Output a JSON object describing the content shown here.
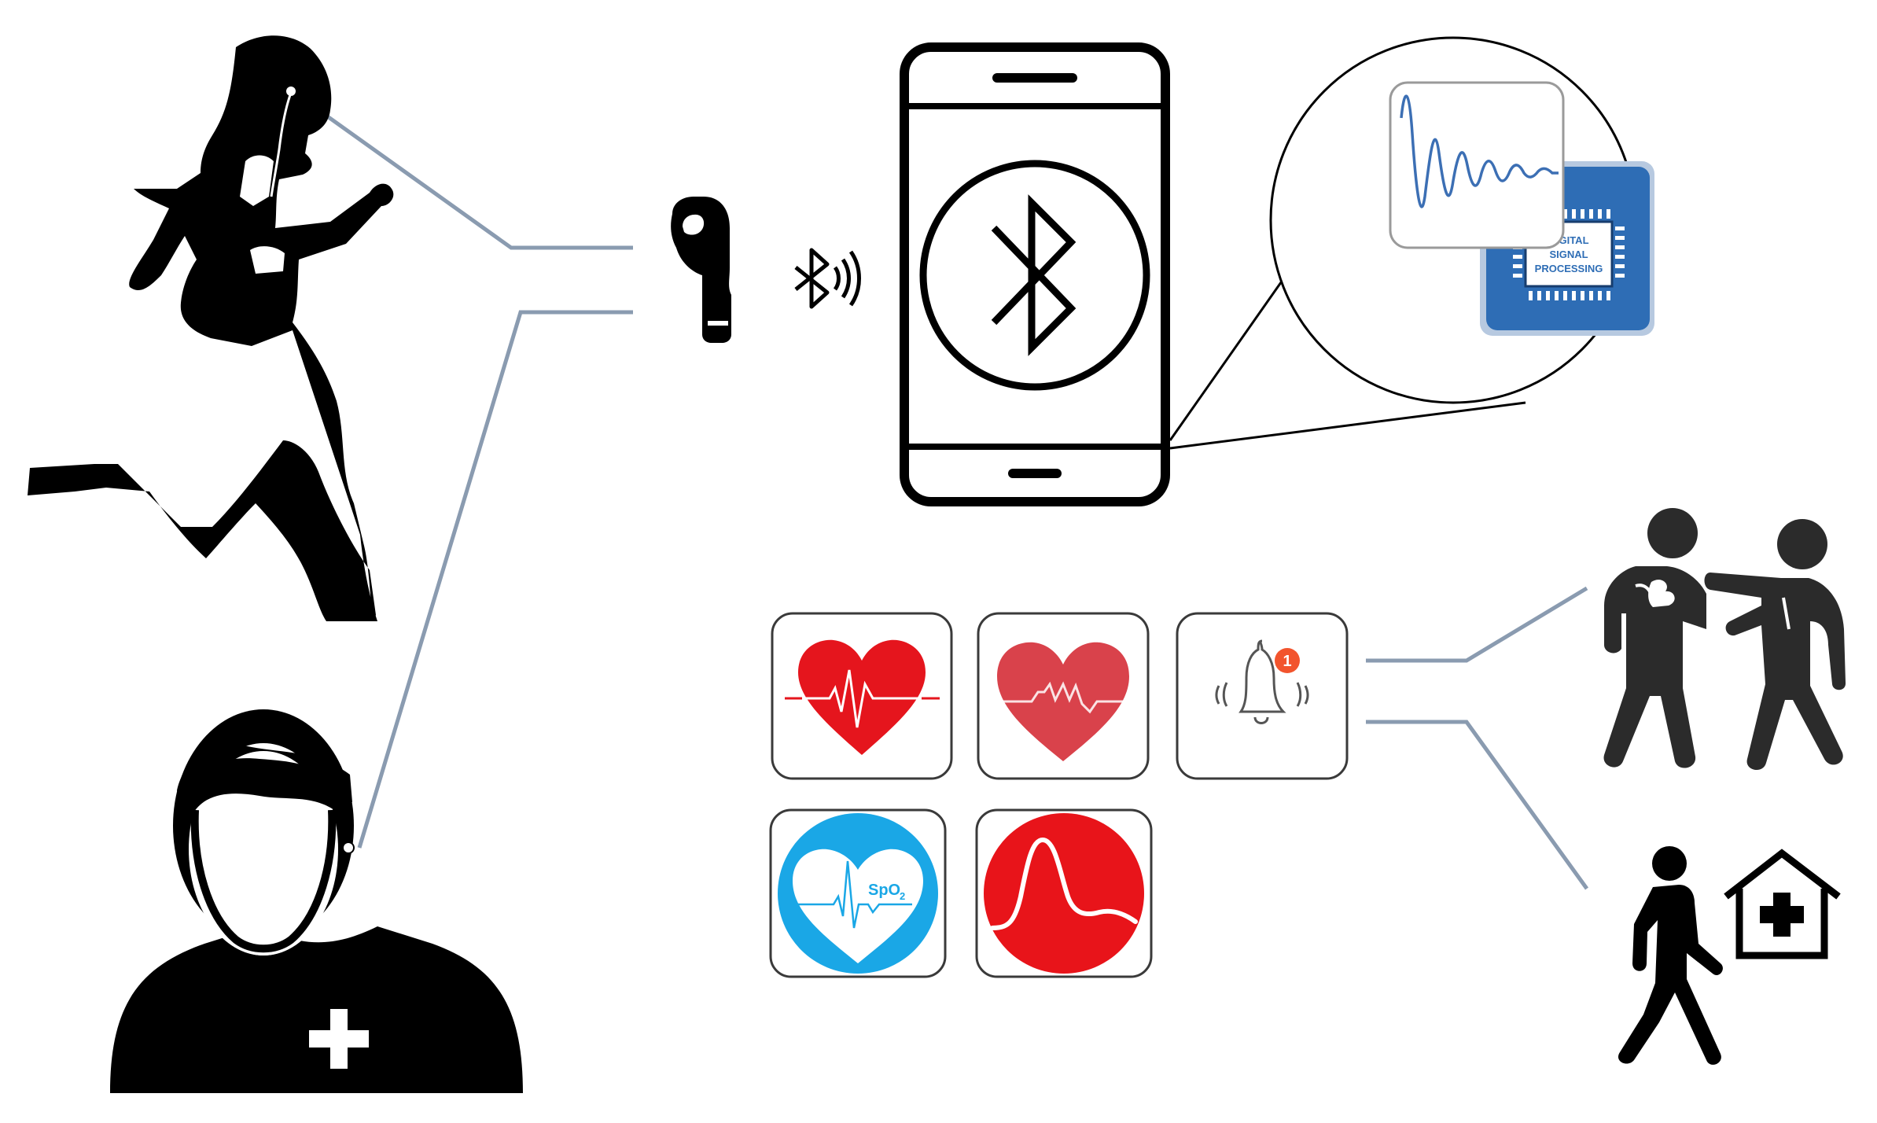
{
  "colors": {
    "connector": "#8a9bb0",
    "black": "#000000",
    "icon_dark": "#2b2b2b",
    "heart_red": "#e5151d",
    "heart_red_soft": "#d9424b",
    "spo2_blue": "#1aa7e6",
    "ppg_red": "#e8141a",
    "chip_blue": "#2e6db5",
    "badge_orange": "#f2542d",
    "waveform_blue": "#3c6fb4"
  },
  "dsp_chip": {
    "lines": [
      "DIGITAL",
      "SIGNAL",
      "PROCESSING"
    ]
  },
  "spo2_label": "SpO",
  "spo2_sub": "2",
  "notification_badge": "1",
  "icons": {
    "runner": "runner-with-earbud-icon",
    "doctor": "doctor-icon",
    "earbud": "earbud-icon",
    "bluetooth_wave": "bluetooth-signal-icon",
    "smartphone": "smartphone-icon",
    "bluetooth": "bluetooth-icon",
    "waveform": "damped-waveform-icon",
    "dsp": "dsp-chip-icon",
    "heart_rate": "heart-rate-app-icon",
    "heart_rhythm": "heart-rhythm-app-icon",
    "alert": "notification-bell-app-icon",
    "spo2": "spo2-app-icon",
    "ppg": "ppg-app-icon",
    "help": "first-aid-help-icon",
    "hospital": "walk-to-hospital-icon"
  }
}
